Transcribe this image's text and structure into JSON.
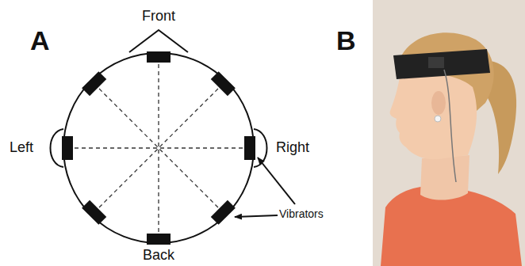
{
  "diagram": {
    "labels": [
      "A",
      "Front",
      "Left",
      "Right",
      "Vibrators",
      "Back",
      "B"
    ]
  }
}
